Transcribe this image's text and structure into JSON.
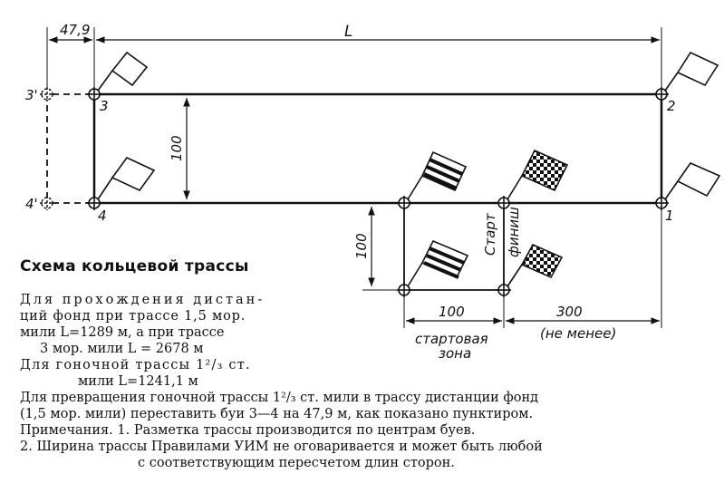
{
  "labels": {
    "offset": "47,9",
    "length": "L",
    "width_top": "100",
    "width_start": "100",
    "start_zone_len": "100",
    "finish_len": "300",
    "start_zone_1": "стартовая",
    "start_zone_2": "зона",
    "not_less": "(не менее)",
    "start": "Старт",
    "finish": "финиш",
    "buoy_1": "1",
    "buoy_2": "2",
    "buoy_3": "3",
    "buoy_4": "4",
    "buoy_3p": "3'",
    "buoy_4p": "4'"
  },
  "title": "Схема кольцевой трассы",
  "description": {
    "p1_l1": "Для прохождения дистан-",
    "p1_l2": "ций фонд при трассе 1,5 мор.",
    "p1_l3": "мили L=1289 м, а при трассе",
    "p1_l4": "3 мор. мили L = 2678 м",
    "p2_l1": "Для гоночной трассы 1²/₃ ст.",
    "p2_l2": "мили L=1241,1 м"
  },
  "notes": {
    "l1": "Для превращения гоночной трассы 1²/₃ ст. мили в трассу дистанции фонд",
    "l2": "(1,5 мор. мили) переставить буи 3—4 на 47,9 м, как показано пунктиром.",
    "l3": "Примечания. 1. Разметка трассы производится по центрам буев.",
    "l4": "2. Ширина трассы Правилами УИМ не оговаривается и может быть любой",
    "l5": "с соответствующим пересчетом длин сторон."
  }
}
